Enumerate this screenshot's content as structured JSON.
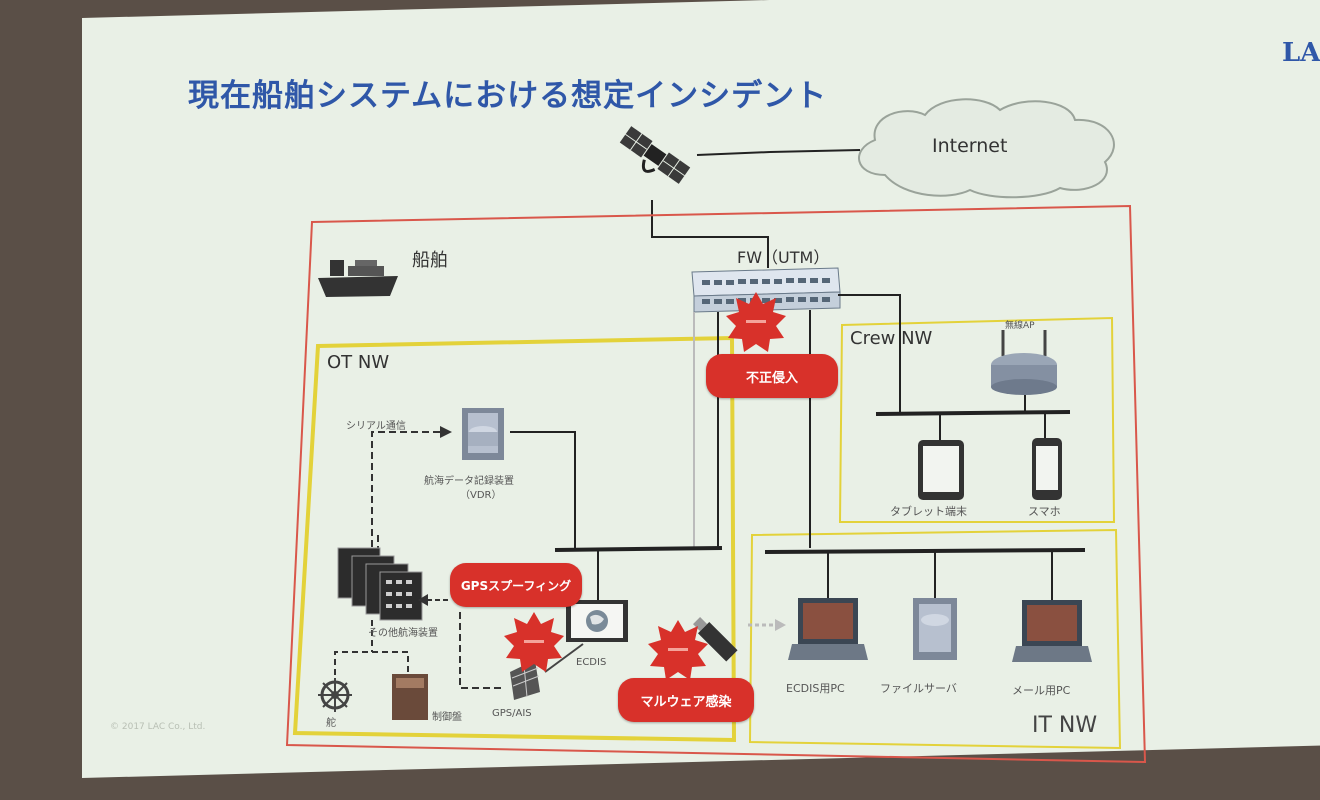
{
  "slide": {
    "title": "現在船舶システムにおける想定インシデント",
    "logo": "LA",
    "footer": "© 2017 LAC Co., Ltd."
  },
  "labels": {
    "internet": "Internet",
    "ship": "船舶",
    "fw": "FW（UTM）",
    "ot_nw": "OT NW",
    "crew_nw": "Crew NW",
    "it_nw": "IT NW",
    "wireless_ap": "無線AP",
    "serial": "シリアル通信",
    "vdr_line1": "航海データ記録装置",
    "vdr_line2": "（VDR）",
    "other_nav": "その他航海装置",
    "ecdis": "ECDIS",
    "gps_ais": "GPS/AIS",
    "rudder": "舵",
    "engine": "制御盤",
    "tablet": "タブレット端末",
    "smartphone": "スマホ",
    "ecdis_pc": "ECDIS用PC",
    "file_server": "ファイルサーバ",
    "mail_pc": "メール用PC"
  },
  "incidents": {
    "intrusion": "不正侵入",
    "gps_spoofing": "GPSスプーフィング",
    "malware": "マルウェア感染"
  },
  "colors": {
    "title": "#2f57a8",
    "ship_border": "#d9574b",
    "zone_border": "#e3d23a",
    "incident": "#d8312a"
  }
}
